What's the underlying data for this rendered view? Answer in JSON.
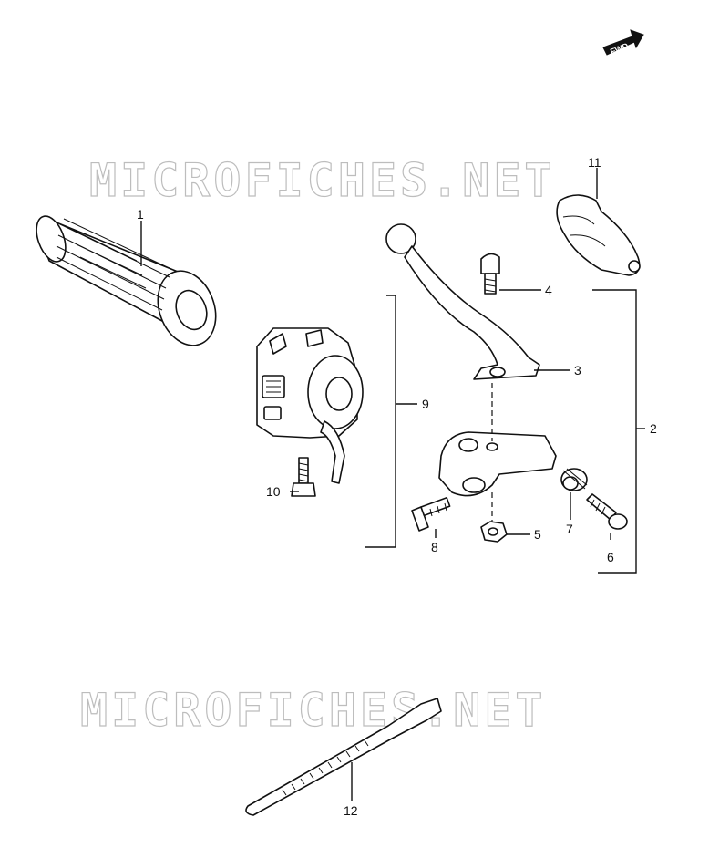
{
  "watermark": {
    "top": "MICROFICHES.NET",
    "bottom": "MICROFICHES.NET"
  },
  "fwd_arrow": {
    "label": "FWD"
  },
  "callouts": {
    "c1": "1",
    "c2": "2",
    "c3": "3",
    "c4": "4",
    "c5": "5",
    "c6": "6",
    "c7": "7",
    "c8": "8",
    "c9": "9",
    "c10": "10",
    "c11": "11",
    "c12": "12"
  }
}
